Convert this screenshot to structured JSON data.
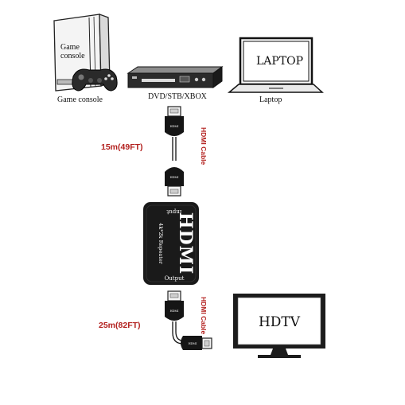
{
  "devices": {
    "game_console": {
      "screen_text_line1": "Game",
      "screen_text_line2": "console",
      "caption": "Game console"
    },
    "dvd_player": {
      "caption": "DVD/STB/XBOX"
    },
    "laptop": {
      "screen_text": "LAPTOP",
      "caption": "Laptop"
    },
    "tv": {
      "screen_text": "HDTV"
    }
  },
  "cables": {
    "top": {
      "length": "15m(49FT)",
      "label": "HDMI Cable"
    },
    "bottom": {
      "length": "25m(82FT)",
      "label": "HDMI Cable"
    }
  },
  "repeater": {
    "input_label": "Input",
    "logo": "HDMI",
    "model": "4k*2k Repeater",
    "output_label": "Output"
  },
  "colors": {
    "accent_red": "#b3211f",
    "device_body": "#1a1a1a"
  }
}
